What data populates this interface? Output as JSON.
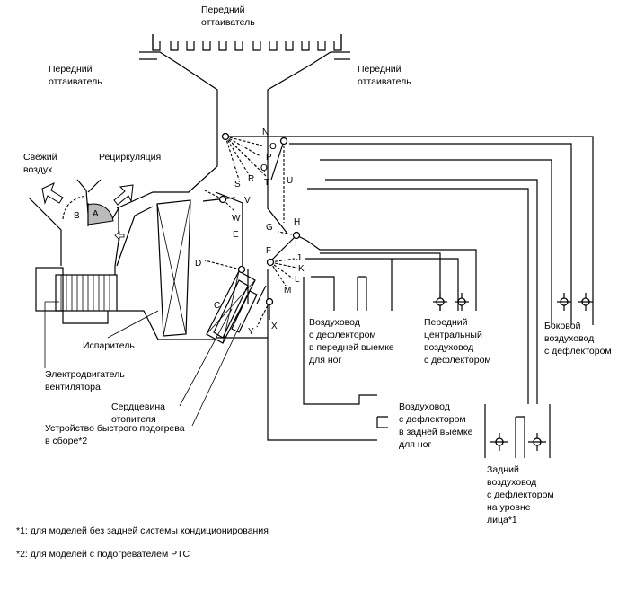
{
  "labels": {
    "front_defroster_top": [
      "Передний",
      "оттаиватель"
    ],
    "front_defroster_left": [
      "Передний",
      "оттаиватель"
    ],
    "front_defroster_right": [
      "Передний",
      "оттаиватель"
    ],
    "fresh_air": [
      "Свежий",
      "воздух"
    ],
    "recirculation": "Рециркуляция",
    "evaporator": "Испаритель",
    "blower_motor": [
      "Электродвигатель",
      "вентилятора"
    ],
    "heater_core": [
      "Сердцевина",
      "отопителя"
    ],
    "quick_heater": [
      "Устройство быстрого подогрева",
      "в сборе*2"
    ],
    "front_foot_duct": [
      "Воздуховод",
      "с дефлектором",
      "в передней выемке",
      "для ног"
    ],
    "front_center_duct": [
      "Передний",
      "центральный",
      "воздуховод",
      "с дефлектором"
    ],
    "side_duct": [
      "Боковой",
      "воздуховод",
      "с дефлектором"
    ],
    "rear_foot_duct": [
      "Воздуховод",
      "с дефлектором",
      "в задней выемке",
      "для ног"
    ],
    "rear_face_duct": [
      "Задний",
      "воздуховод",
      "с дефлектором",
      "на уровне",
      "лица*1"
    ]
  },
  "damper_letters": {
    "A": "A",
    "B": "B",
    "C": "C",
    "D": "D",
    "E": "E",
    "F": "F",
    "G": "G",
    "H": "H",
    "I": "I",
    "J": "J",
    "K": "K",
    "L": "L",
    "M": "M",
    "N": "N",
    "O": "O",
    "P": "P",
    "Q": "Q",
    "R": "R",
    "S": "S",
    "T": "T",
    "U": "U",
    "V": "V",
    "W": "W",
    "X": "X",
    "Y": "Y"
  },
  "footnotes": {
    "note1": "*1: для моделей без задней системы кондиционирования",
    "note2": "*2: для моделей с подогревателем PTC"
  }
}
